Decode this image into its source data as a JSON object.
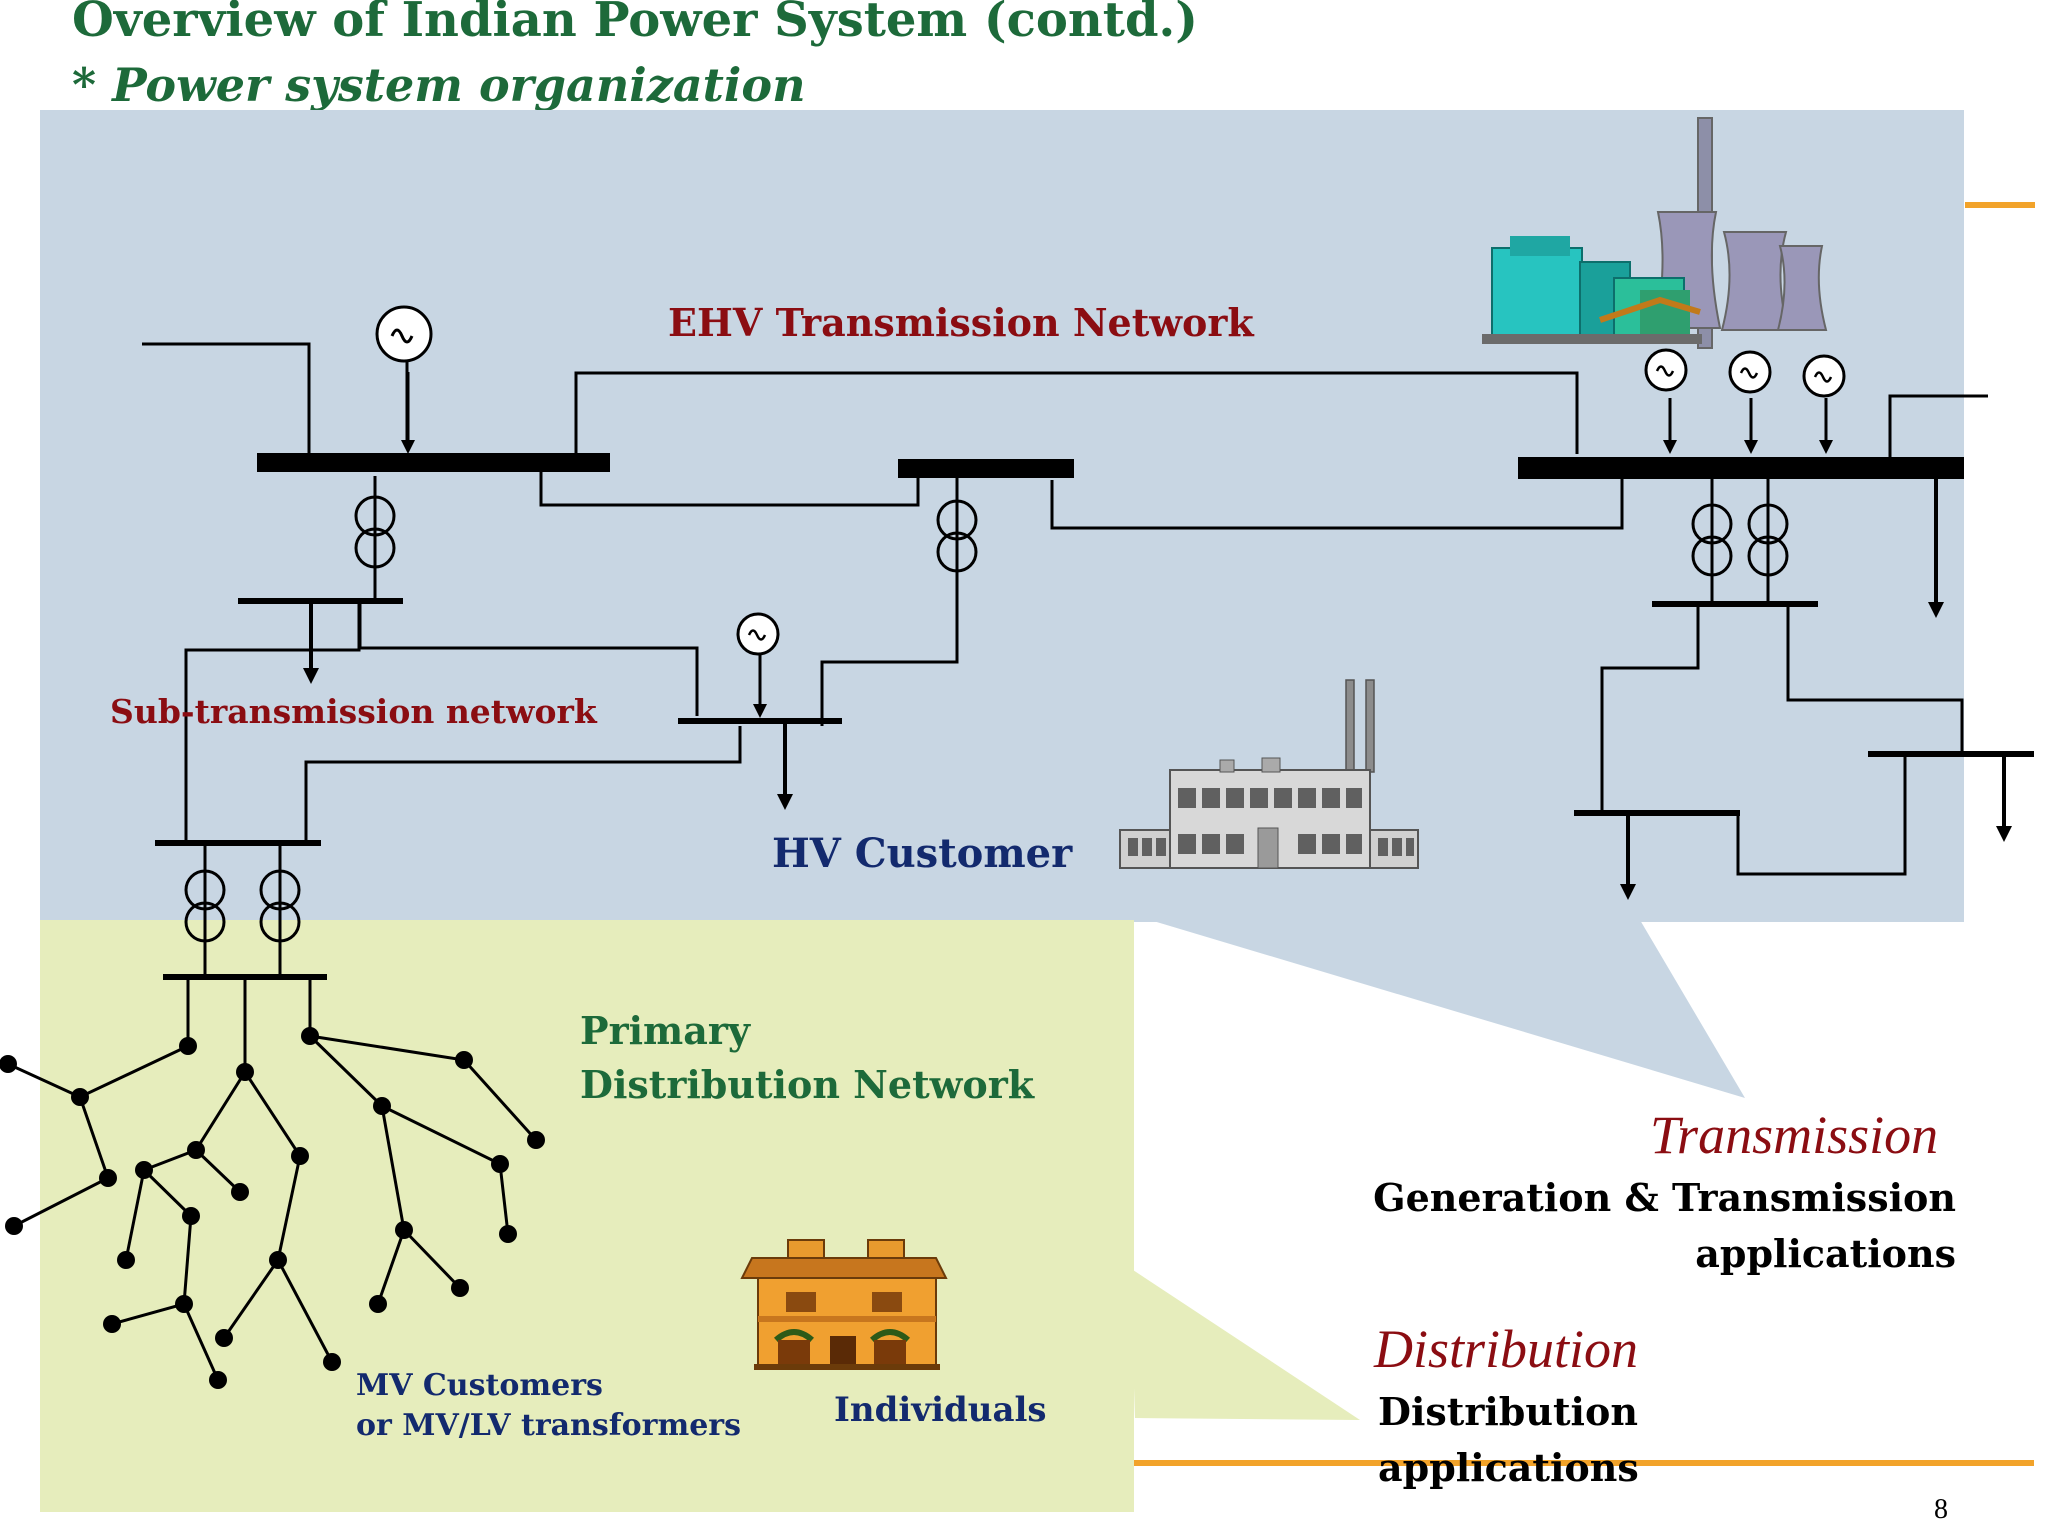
{
  "slide": {
    "title": "Overview of Indian Power System (contd.)",
    "subtitle": "* Power system organization",
    "page_number": "8"
  },
  "diagram": {
    "ehv_label": "EHV Transmission Network",
    "subtransmission_label": "Sub-transmission network",
    "hv_customer_label": "HV Customer",
    "primary_distribution_line1": "Primary",
    "primary_distribution_line2": "Distribution Network",
    "mv_customers_line1": "MV Customers",
    "mv_customers_line2": "or MV/LV transformers",
    "individuals_label": "Individuals"
  },
  "legend": {
    "transmission_heading": "Transmission",
    "transmission_line1": "Generation & Transmission",
    "transmission_line2": "applications",
    "distribution_heading": "Distribution",
    "distribution_line1": "Distribution",
    "distribution_line2": "applications"
  },
  "colors": {
    "title_green": "#1d6a3a",
    "heading_red": "#8b0d12",
    "navy": "#132a6e",
    "transmission_panel": "#c8d6e3",
    "distribution_panel": "#e6edbc",
    "accent_orange": "#f2a32a"
  }
}
